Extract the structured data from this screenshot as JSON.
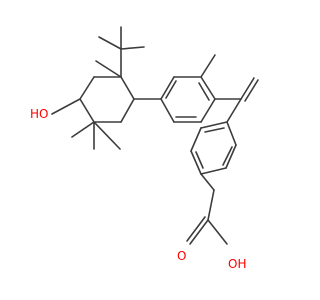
{
  "molecule": {
    "atoms": [
      {
        "id": "O1",
        "label": "HO",
        "color": "#ff0000"
      },
      {
        "id": "O2",
        "label": "O",
        "color": "#ff0000"
      },
      {
        "id": "O3",
        "label": "OH",
        "color": "#ff0000"
      }
    ],
    "bond_color": "#3c3c3c"
  }
}
